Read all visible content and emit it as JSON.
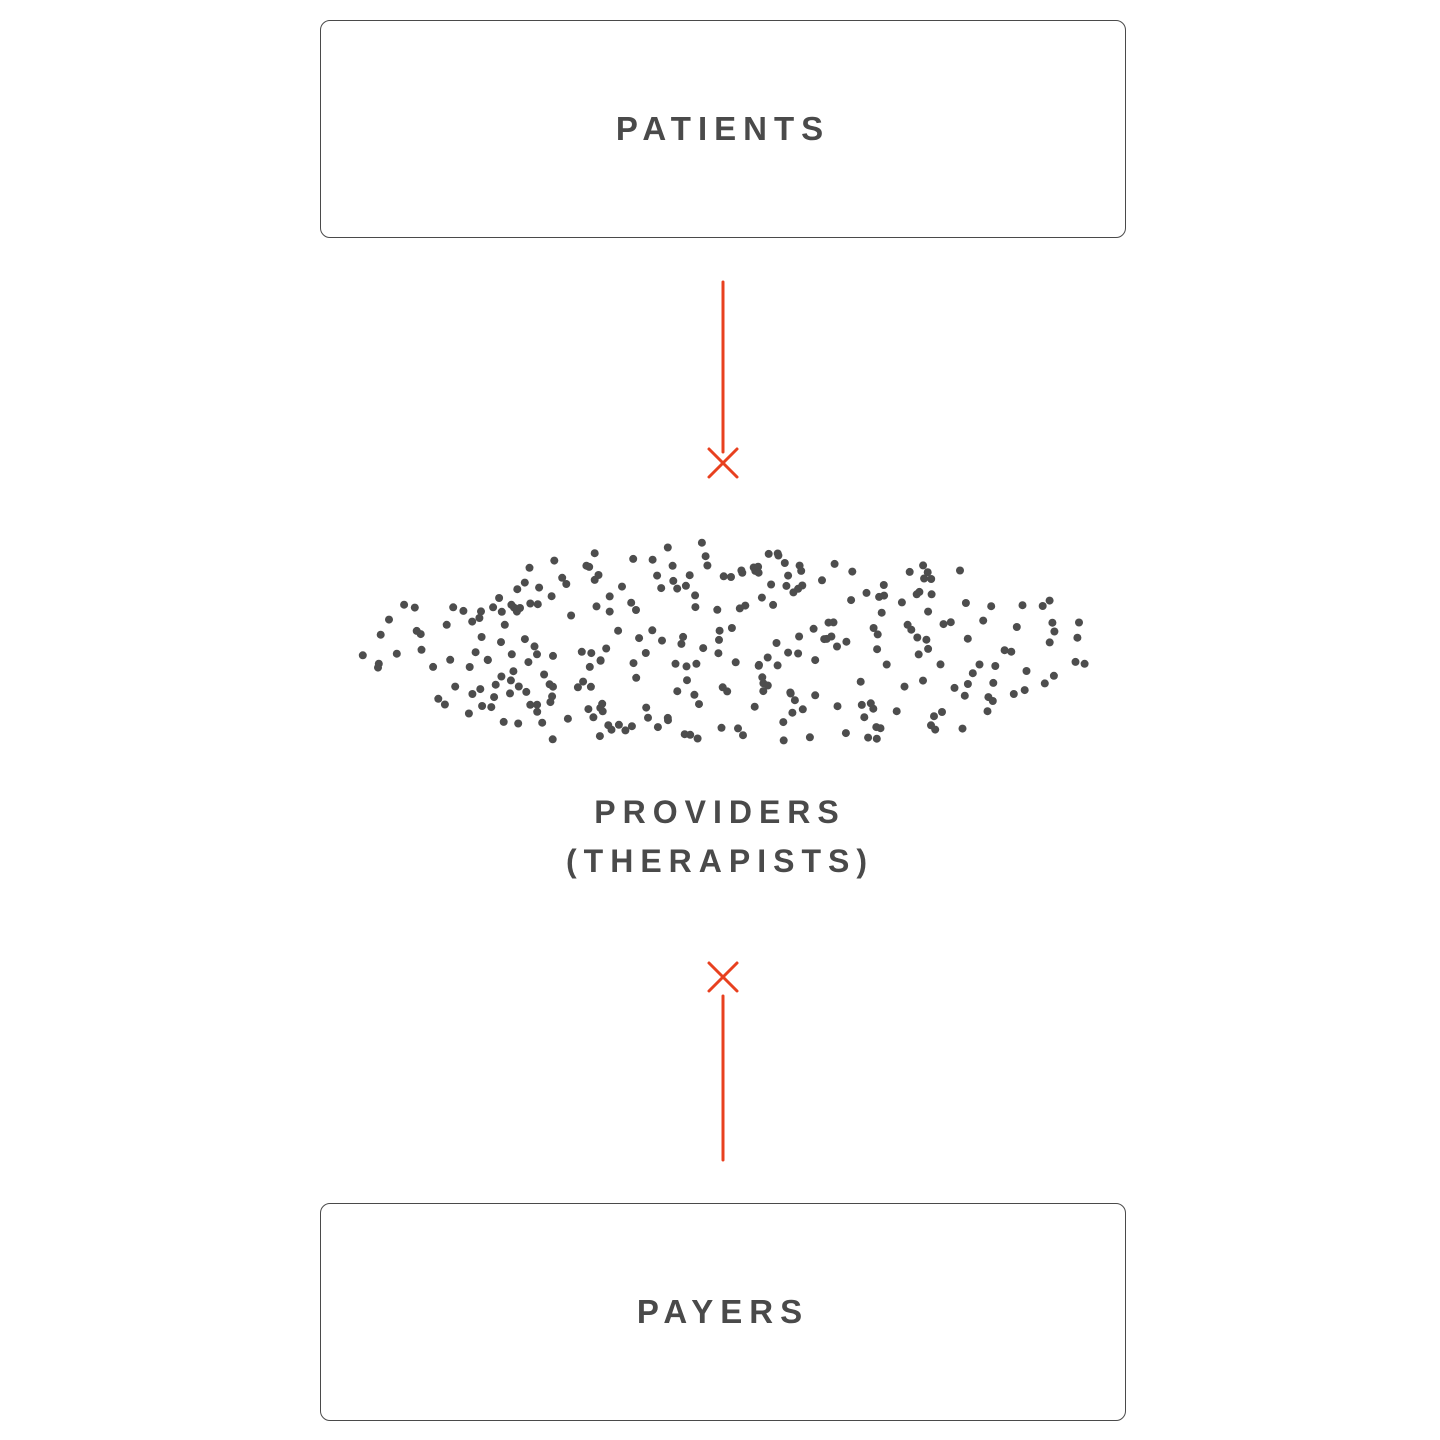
{
  "diagram": {
    "top_box": {
      "label": "PATIENTS"
    },
    "middle": {
      "label_line1": "PROVIDERS",
      "label_line2": "(THERAPISTS)"
    },
    "bottom_box": {
      "label": "PAYERS"
    },
    "colors": {
      "arrow": "#e8401f",
      "dot": "#4d4d4d",
      "text": "#4a4a4a",
      "border": "#4a4a4a"
    },
    "dot_cloud": {
      "count": 300,
      "dot_radius": 4
    }
  }
}
